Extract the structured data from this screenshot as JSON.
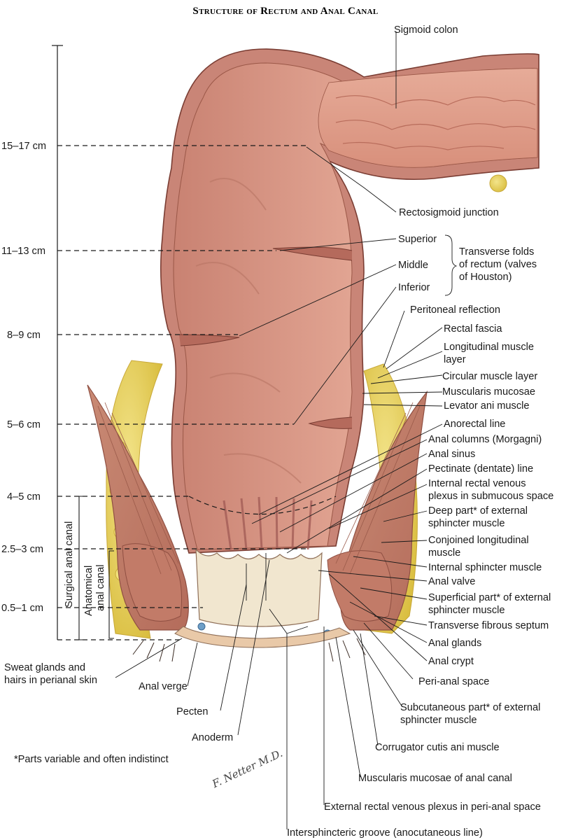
{
  "title": "Structure of Rectum and Anal Canal",
  "footnote": "*Parts variable and often indistinct",
  "signature": "F. Netter M.D.",
  "measurements": [
    "15–17 cm",
    "11–13 cm",
    "8–9 cm",
    "5–6 cm",
    "4–5 cm",
    "2.5–3 cm",
    "0.5–1 cm"
  ],
  "brackets": {
    "surgical": "Surgical anal canal",
    "anatomical_line1": "Anatomical",
    "anatomical_line2": "anal canal"
  },
  "houston": {
    "superior": "Superior",
    "middle": "Middle",
    "inferior": "Inferior",
    "group_line1": "Transverse folds",
    "group_line2": "of rectum (valves",
    "group_line3": "of Houston)"
  },
  "labels": {
    "sigmoid_colon": "Sigmoid colon",
    "rectosigmoid_junction": "Rectosigmoid junction",
    "peritoneal_reflection": "Peritoneal reflection",
    "rectal_fascia": "Rectal fascia",
    "longitudinal_muscle_1": "Longitudinal muscle",
    "longitudinal_muscle_2": "layer",
    "circular_muscle": "Circular muscle layer",
    "muscularis_mucosae": "Muscularis mucosae",
    "levator_ani": "Levator ani muscle",
    "anorectal_line": "Anorectal line",
    "anal_columns": "Anal columns (Morgagni)",
    "anal_sinus": "Anal sinus",
    "pectinate_line": "Pectinate (dentate) line",
    "internal_plexus_1": "Internal rectal venous",
    "internal_plexus_2": "plexus in submucous space",
    "deep_external_1": "Deep part* of external",
    "deep_external_2": "sphincter muscle",
    "conjoined_1": "Conjoined longitudinal",
    "conjoined_2": "muscle",
    "internal_sphincter": "Internal sphincter muscle",
    "anal_valve": "Anal valve",
    "superficial_1": "Superficial part* of external",
    "superficial_2": "sphincter muscle",
    "transverse_septum": "Transverse fibrous septum",
    "anal_glands": "Anal glands",
    "anal_crypt": "Anal crypt",
    "perianal_space": "Peri-anal space",
    "subcutaneous_1": "Subcutaneous part* of external",
    "subcutaneous_2": "sphincter muscle",
    "corrugator": "Corrugator cutis ani muscle",
    "muscularis_canal": "Muscularis mucosae of anal canal",
    "external_plexus": "External rectal venous plexus in peri-anal space",
    "intersphincteric": "Intersphincteric groove (anocutaneous line)",
    "sweat_1": "Sweat glands and",
    "sweat_2": "hairs in perianal skin",
    "anal_verge": "Anal verge",
    "pecten": "Pecten",
    "anoderm": "Anoderm"
  },
  "colors": {
    "mucosa": "#d99a86",
    "mucosa_dark": "#b56a5c",
    "wall": "#c98577",
    "muscle": "#c4826f",
    "fat": "#e8d25a",
    "vein": "#6e9fc8",
    "anoderm": "#f1e6cf"
  }
}
